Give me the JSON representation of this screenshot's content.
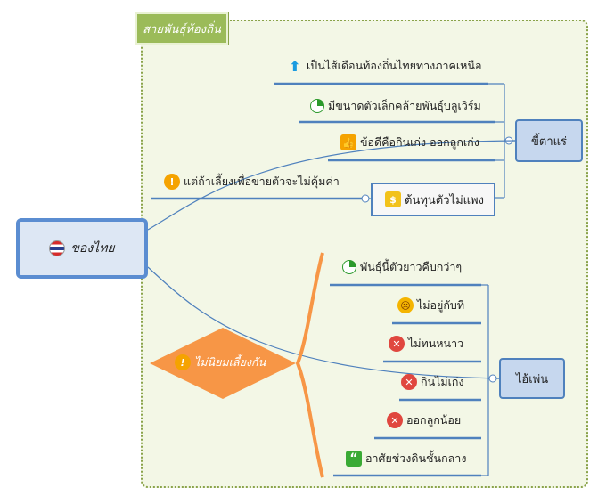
{
  "boundary": {
    "label": "สายพันธุ์ท้องถิ่น"
  },
  "central": {
    "label": "ของไทย",
    "icon": "thai-flag-icon"
  },
  "topics": {
    "first": {
      "label": "ขี้ตาแร่",
      "leaves": [
        {
          "text": "เป็นไส้เดือนท้องถิ่นไทยทางภาคเหนือ",
          "icon": "arrow-up-icon"
        },
        {
          "text": "มีขนาดตัวเล็กคล้ายพันธุ์บลูเวิร์ม",
          "icon": "quarter-pie-icon"
        },
        {
          "text": "ข้อดีคือกินเก่ง ออกลูกเก่ง",
          "icon": "thumbs-up-icon"
        },
        {
          "text": "ต้นทุนตัวไม่แพง",
          "icon": "dollar-icon"
        }
      ],
      "subnote": {
        "text": "แต่ถ้าเลี้ยงเพื่อขายตัวจะไม่คุ้มค่า",
        "icon": "exclamation-icon"
      }
    },
    "second": {
      "label": "ไอ้เพ่น",
      "leaves": [
        {
          "text": "พันธุ์นี้ตัวยาวคืบกว่าๆ",
          "icon": "quarter-pie-icon"
        },
        {
          "text": "ไม่อยู่กับที่",
          "icon": "angry-face-icon"
        },
        {
          "text": "ไม่ทนหนาว",
          "icon": "x-icon"
        },
        {
          "text": "กินไม่เก่ง",
          "icon": "x-icon"
        },
        {
          "text": "ออกลูกน้อย",
          "icon": "x-icon"
        },
        {
          "text": "อาศัยช่วงดินชั้นกลาง",
          "icon": "quote-icon"
        }
      ],
      "summary": {
        "text": "ไม่นิยมเลี้ยงกัน",
        "icon": "exclamation-icon"
      }
    }
  },
  "colors": {
    "boundary_fill": "#f3f7e6",
    "boundary_border": "#8aa34a",
    "boundary_label": "#9bbb59",
    "topic_fill": "#c6d7ee",
    "topic_border": "#4f81bd",
    "line": "#4f81bd",
    "summary": "#f79646"
  }
}
